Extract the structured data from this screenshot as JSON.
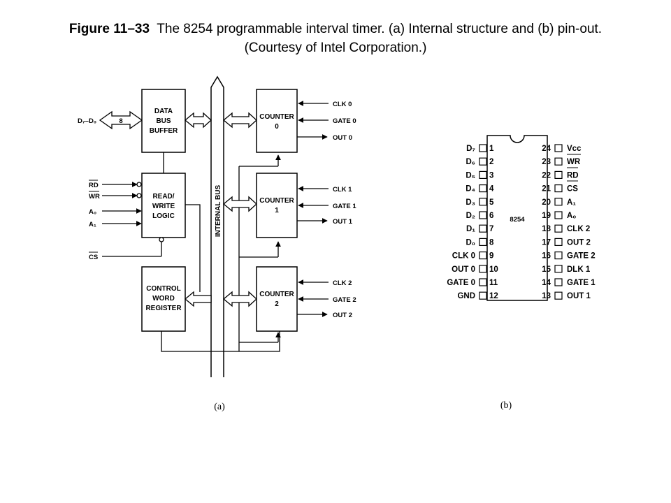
{
  "caption": {
    "figure_label": "Figure 11–33",
    "line1_text": "The 8254 programmable interval timer. (a) Internal structure and (b) pin-out.",
    "line2_text": "(Courtesy of Intel Corporation.)"
  },
  "structure": {
    "sublabel": "(a)",
    "data_bus_in": "D₇–D₀",
    "bus_width": "8",
    "internal_bus": "INTERNAL BUS",
    "data_bus_buffer": [
      "DATA",
      "BUS",
      "BUFFER"
    ],
    "rw_logic": [
      "READ/",
      "WRITE",
      "LOGIC"
    ],
    "control_word_register": [
      "CONTROL",
      "WORD",
      "REGISTER"
    ],
    "rw_inputs": [
      "RD",
      "WR",
      "A₀",
      "A₁"
    ],
    "cs_input": "CS",
    "counters": [
      {
        "name": [
          "COUNTER",
          "0"
        ],
        "clk": "CLK 0",
        "gate": "GATE 0",
        "out": "OUT 0"
      },
      {
        "name": [
          "COUNTER",
          "1"
        ],
        "clk": "CLK 1",
        "gate": "GATE 1",
        "out": "OUT 1"
      },
      {
        "name": [
          "COUNTER",
          "2"
        ],
        "clk": "CLK 2",
        "gate": "GATE 2",
        "out": "OUT 2"
      }
    ]
  },
  "pinout": {
    "sublabel": "(b)",
    "chip_label": "8254",
    "left_pins": [
      {
        "num": "1",
        "name": "D₇"
      },
      {
        "num": "2",
        "name": "D₆"
      },
      {
        "num": "3",
        "name": "D₅"
      },
      {
        "num": "4",
        "name": "D₄"
      },
      {
        "num": "5",
        "name": "D₃"
      },
      {
        "num": "6",
        "name": "D₂"
      },
      {
        "num": "7",
        "name": "D₁"
      },
      {
        "num": "8",
        "name": "D₀"
      },
      {
        "num": "9",
        "name": "CLK 0"
      },
      {
        "num": "10",
        "name": "OUT 0"
      },
      {
        "num": "11",
        "name": "GATE 0"
      },
      {
        "num": "12",
        "name": "GND"
      }
    ],
    "right_pins": [
      {
        "num": "24",
        "name": "Vcc"
      },
      {
        "num": "23",
        "name": "WR"
      },
      {
        "num": "22",
        "name": "RD"
      },
      {
        "num": "21",
        "name": "CS"
      },
      {
        "num": "20",
        "name": "A₁"
      },
      {
        "num": "19",
        "name": "A₀"
      },
      {
        "num": "18",
        "name": "CLK 2"
      },
      {
        "num": "17",
        "name": "OUT 2"
      },
      {
        "num": "16",
        "name": "GATE 2"
      },
      {
        "num": "15",
        "name": "DLK 1"
      },
      {
        "num": "14",
        "name": "GATE 1"
      },
      {
        "num": "13",
        "name": "OUT 1"
      }
    ]
  }
}
